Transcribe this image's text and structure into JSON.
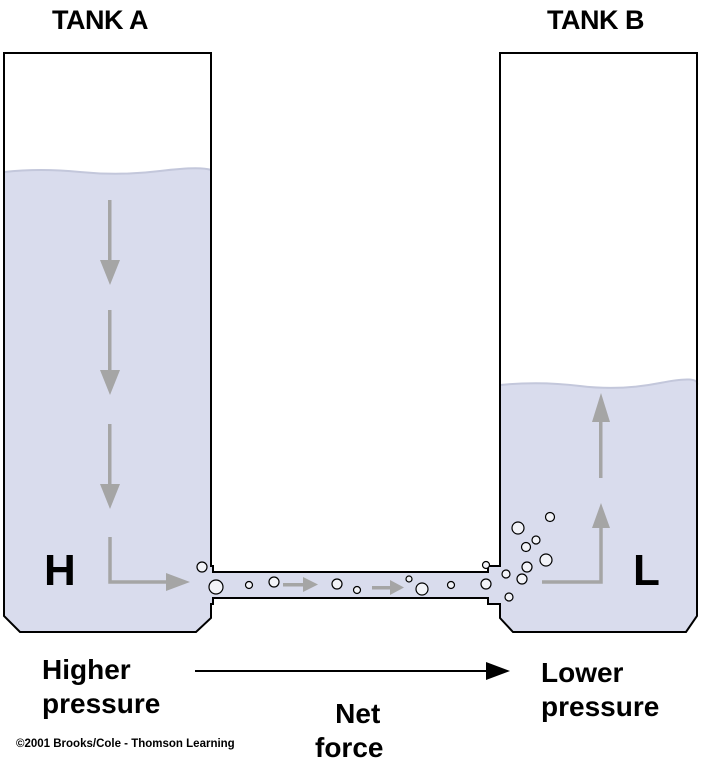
{
  "tank_a": {
    "title": "TANK A",
    "pressure_letter": "H"
  },
  "tank_b": {
    "title": "TANK B",
    "pressure_letter": "L"
  },
  "labels": {
    "higher": [
      "Higher",
      "pressure"
    ],
    "lower": [
      "Lower",
      "pressure"
    ],
    "net_force": [
      "Net",
      "force"
    ]
  },
  "credit": "©2001 Brooks/Cole - Thomson Learning",
  "colors": {
    "water": "#d9dced",
    "outline": "#000000",
    "arrow": "#a9a9a9"
  }
}
